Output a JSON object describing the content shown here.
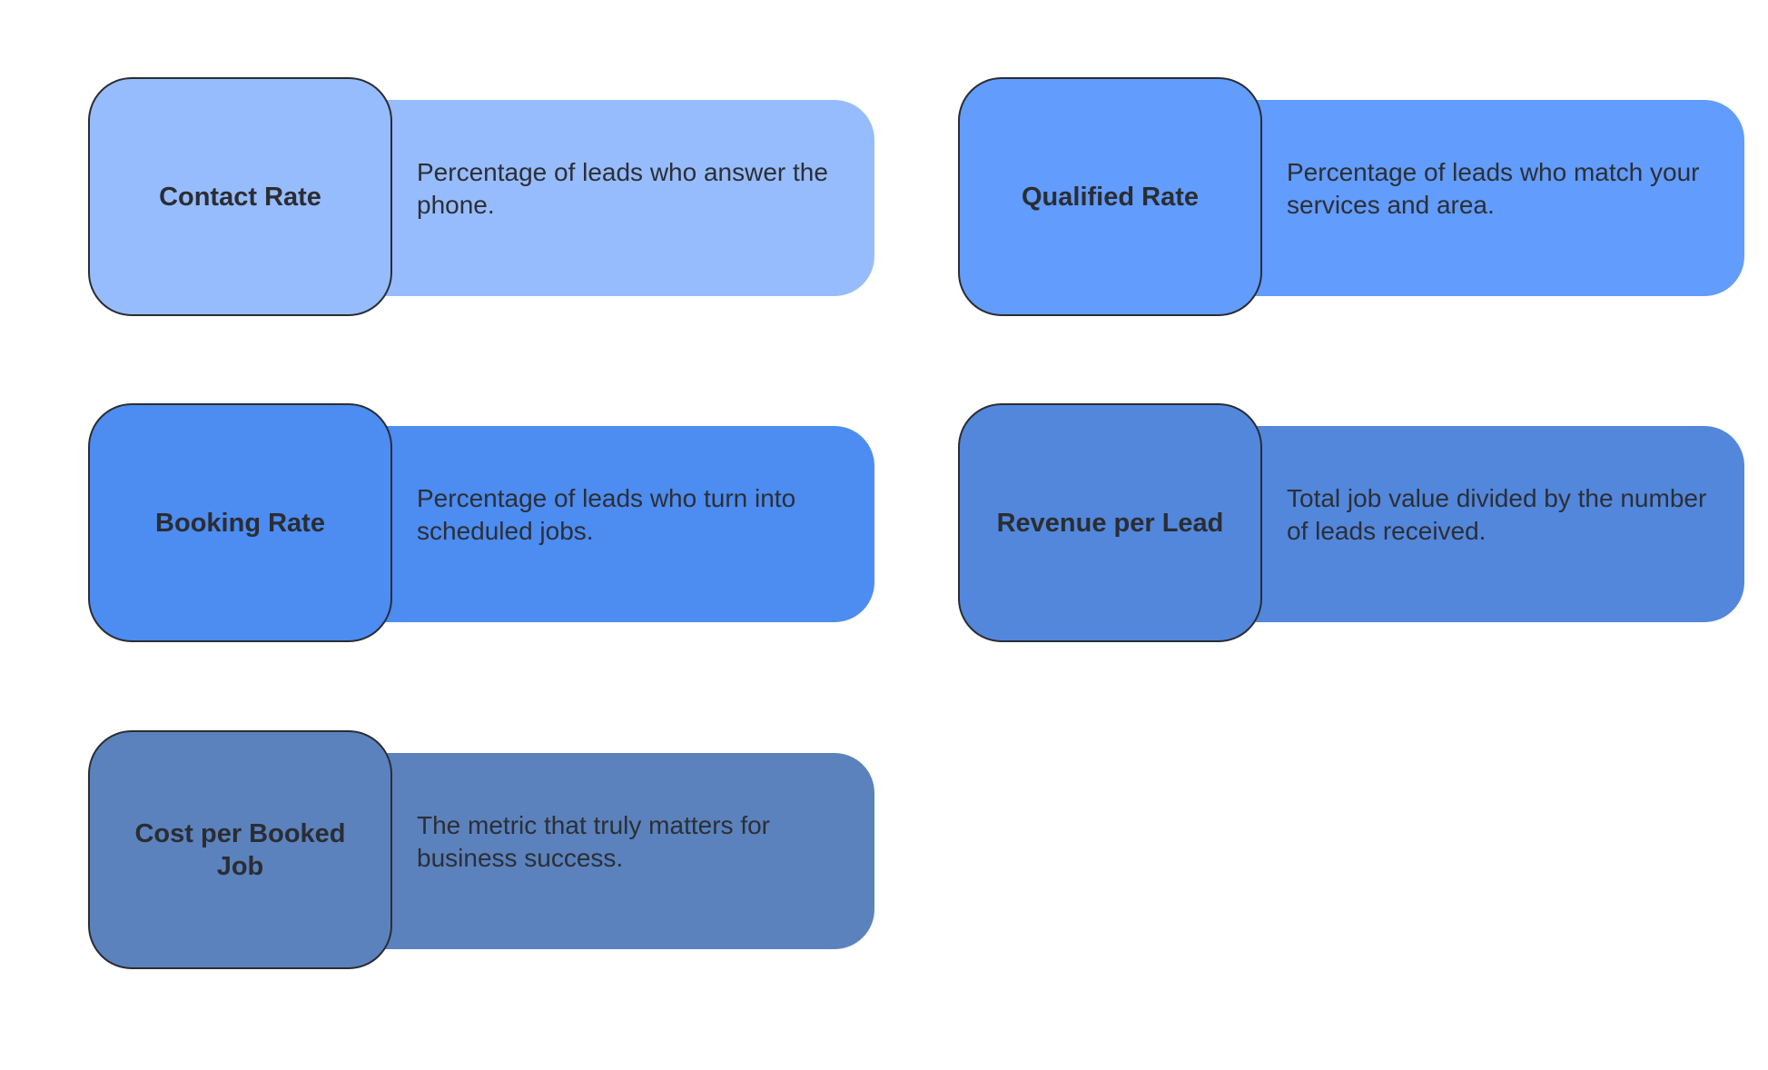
{
  "metrics": [
    {
      "title": "Contact Rate",
      "description": "Percentage of leads who answer the phone.",
      "color": "#97bcfd"
    },
    {
      "title": "Qualified Rate",
      "description": "Percentage of leads who match your services and area.",
      "color": "#629cfd"
    },
    {
      "title": "Booking Rate",
      "description": "Percentage of leads who turn into scheduled jobs.",
      "color": "#4d8cf1"
    },
    {
      "title": "Revenue per Lead",
      "description": "Total job value divided by the number of leads received.",
      "color": "#5287dc"
    },
    {
      "title": "Cost per Booked Job",
      "description": "The metric that truly matters for business success.",
      "color": "#5b82bd"
    }
  ]
}
